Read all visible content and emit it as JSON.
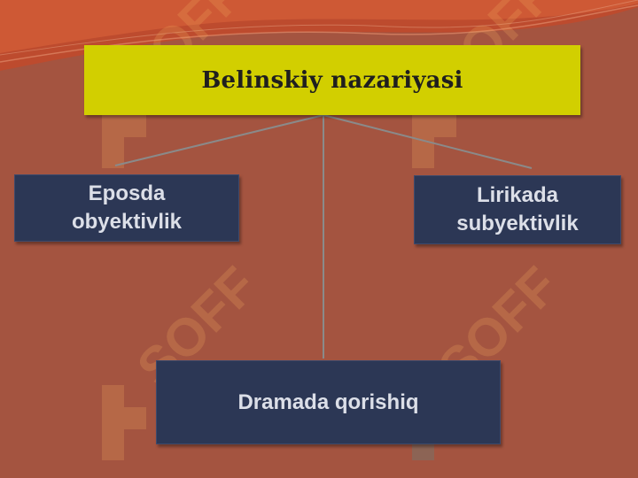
{
  "diagram": {
    "title": "Belinskiy nazariyasi",
    "nodes": {
      "left": {
        "line1": "Eposda",
        "line2": "obyektivlik"
      },
      "right": {
        "line1": "Lirikada",
        "line2": "subyektivlik"
      },
      "bottom": {
        "label": "Dramada qorishiq"
      }
    }
  },
  "watermark": {
    "text": "SOFF"
  },
  "colors": {
    "background": "#a45440",
    "title_box": "#d2cf00",
    "node_box": "#2c3755",
    "node_text": "#dcdfe8",
    "connector": "#8a8a8a"
  }
}
